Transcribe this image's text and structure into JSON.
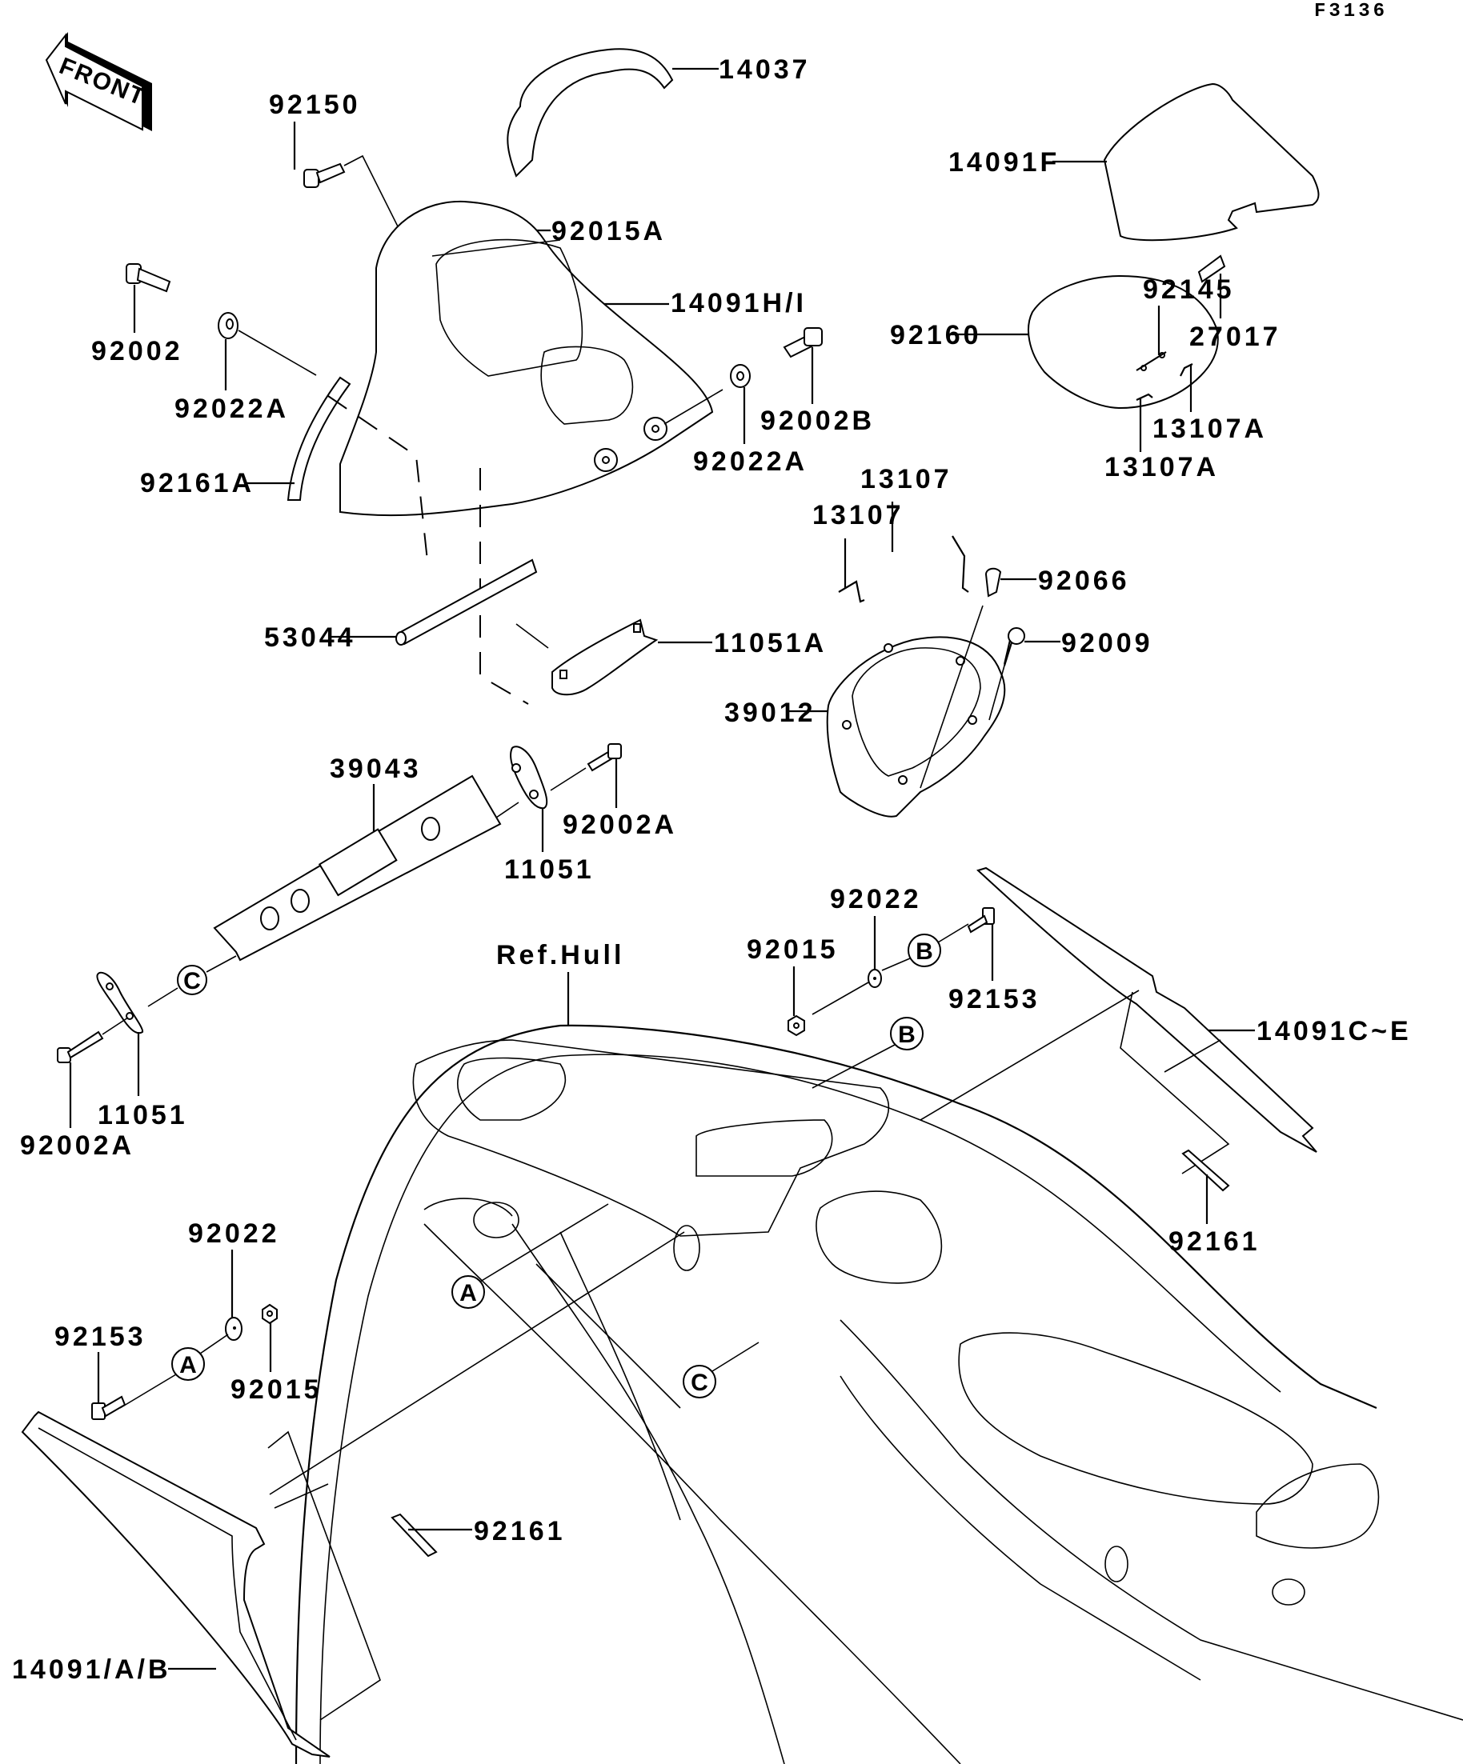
{
  "figure_number": "F3136",
  "front_indicator": "FRONT",
  "reference_label": "Ref.Hull",
  "callouts": [
    "A",
    "B",
    "C"
  ],
  "parts": [
    {
      "id": "p14037",
      "label": "14037"
    },
    {
      "id": "p92150",
      "label": "92150"
    },
    {
      "id": "p92015A",
      "label": "92015A"
    },
    {
      "id": "p14091HI",
      "label": "14091H/I"
    },
    {
      "id": "p92002",
      "label": "92002"
    },
    {
      "id": "p92022A_left",
      "label": "92022A"
    },
    {
      "id": "p92161A",
      "label": "92161A"
    },
    {
      "id": "p92002B",
      "label": "92002B"
    },
    {
      "id": "p92022A_right",
      "label": "92022A"
    },
    {
      "id": "p14091F",
      "label": "14091F"
    },
    {
      "id": "p92160",
      "label": "92160"
    },
    {
      "id": "p92145",
      "label": "92145"
    },
    {
      "id": "p27017",
      "label": "27017"
    },
    {
      "id": "p13107A_right",
      "label": "13107A"
    },
    {
      "id": "p13107A_left",
      "label": "13107A"
    },
    {
      "id": "p13107_upper",
      "label": "13107"
    },
    {
      "id": "p13107_lower",
      "label": "13107"
    },
    {
      "id": "p92066",
      "label": "92066"
    },
    {
      "id": "p92009",
      "label": "92009"
    },
    {
      "id": "p53044",
      "label": "53044"
    },
    {
      "id": "p11051A",
      "label": "11051A"
    },
    {
      "id": "p39012",
      "label": "39012"
    },
    {
      "id": "p39043",
      "label": "39043"
    },
    {
      "id": "p92002A_upper",
      "label": "92002A"
    },
    {
      "id": "p11051_upper",
      "label": "11051"
    },
    {
      "id": "p92022_B",
      "label": "92022"
    },
    {
      "id": "p92015_B",
      "label": "92015"
    },
    {
      "id": "p92153_B",
      "label": "92153"
    },
    {
      "id": "p14091CE",
      "label": "14091C~E"
    },
    {
      "id": "p92161_right",
      "label": "92161"
    },
    {
      "id": "p11051_lower",
      "label": "11051"
    },
    {
      "id": "p92002A_lower",
      "label": "92002A"
    },
    {
      "id": "p92022_A",
      "label": "92022"
    },
    {
      "id": "p92153_A",
      "label": "92153"
    },
    {
      "id": "p92015_A",
      "label": "92015"
    },
    {
      "id": "p14091AB",
      "label": "14091/A/B"
    },
    {
      "id": "p92161_left",
      "label": "92161"
    }
  ]
}
